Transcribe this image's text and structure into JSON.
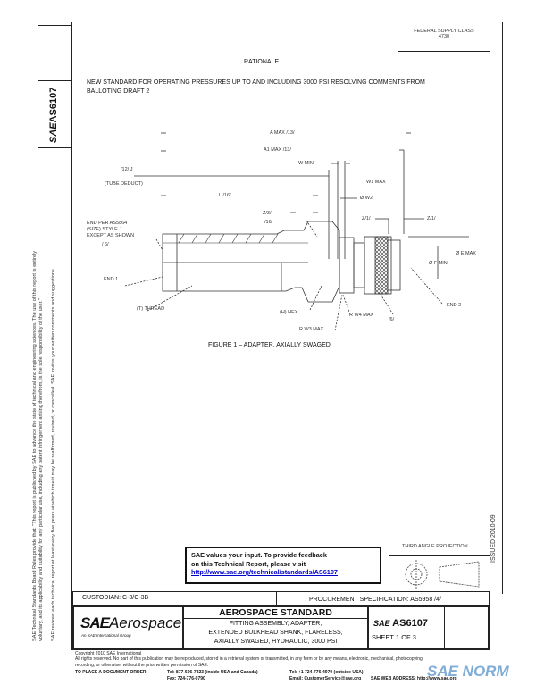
{
  "header_box": {
    "line1": "FEDERAL SUPPLY CLASS",
    "line2": "4730"
  },
  "side_tab": {
    "logo": "SAE",
    "doc_number": "AS6107"
  },
  "rationale": {
    "heading": "RATIONALE",
    "text_line1": "NEW STANDARD FOR OPERATING PRESSURES UP TO AND INCLUDING 3000 PSI RESOLVING COMMENTS FROM",
    "text_line2": "BALLOTING DRAFT 2"
  },
  "left_margin": {
    "line1": "SAE Technical Standards Board Rules provide that: \"This report is published by SAE to advance the state of technical and engineering sciences. The use of this report is entirely",
    "line2": "voluntary, and its applicability and suitability for any particular use, including any patent infringement arising therefrom, is the sole responsibility of the user.\"",
    "line3": "SAE reviews each technical report at least every five years at which time it may be reaffirmed, revised, or cancelled. SAE invites your written comments and suggestions."
  },
  "drawing": {
    "labels": {
      "a_max": "A MAX /13/",
      "a1_max": "A1 MAX /13/",
      "w_min": "W MIN",
      "j": "/12/ J",
      "tube_deduct": "(TUBE DEDUCT)",
      "w1_max": "W1 MAX",
      "w2": "Ø W2",
      "l": "L /16/",
      "z1": "Z/3/",
      "z16": "/16/",
      "zz_left": "Z/1/",
      "zz_right": "Z/1/",
      "end_per": "END PER AS5864",
      "size_style": "(SIZE) STYLE J",
      "except": "EXCEPT AS SHOWN",
      "note7": "/ 6/",
      "end1": "END 1",
      "thread": "(T) THREAD",
      "hex": "(H) HEX",
      "r_w3": "R W3 MAX",
      "r_w4": "R W4 MAX",
      "note7b": "/6/",
      "e_max": "Ø E MAX",
      "f_min": "Ø F MIN",
      "end2": "END 2"
    },
    "caption": "FIGURE 1 – ADAPTER, AXIALLY SWAGED"
  },
  "issued": "ISSUED 2010-09",
  "feedback": {
    "line1": "SAE values your input. To provide feedback",
    "line2": "on this Technical Report, please visit",
    "link": "http://www.sae.org/technical/standards/AS6107"
  },
  "projection": {
    "label": "THIRD ANGLE PROJECTION"
  },
  "custodian": "CUSTODIAN: C-3/C-3B",
  "procurement": "PROCUREMENT SPECIFICATION: AS5958 /4/",
  "title_block": {
    "logo_sae": "SAE",
    "logo_aero": "Aerospace",
    "logo_sub": "An SAE International Group",
    "standard": "AEROSPACE STANDARD",
    "title_line1": "FITTING ASSEMBLY, ADAPTER,",
    "title_line2": "EXTENDED BULKHEAD SHANK, FLARELESS,",
    "title_line3": "AXIALLY SWAGED, HYDRAULIC, 3000 PSI",
    "doc_logo": "SAE",
    "doc_number": "AS6107",
    "sheet": "SHEET 1 OF 3"
  },
  "footer": {
    "copyright": "Copyright 2010 SAE International",
    "rights": "All rights reserved. No part of this publication may be reproduced, stored in a retrieval system or transmitted, in any form or by any means, electronic, mechanical, photocopying,",
    "rights2": "recording, or otherwise, without the prior written permission of SAE.",
    "order": "TO PLACE A DOCUMENT ORDER:",
    "tel1": "Tel: 877-606-7323 (inside USA and Canada)",
    "fax": "Fax: 724-776-0790",
    "tel2": "Tel: +1 724-776-4970 (outside USA)",
    "email": "Email: CustomerService@sae.org",
    "web": "SAE WEB ADDRESS: http://www.sae.org"
  },
  "watermark": "SAE NORM"
}
